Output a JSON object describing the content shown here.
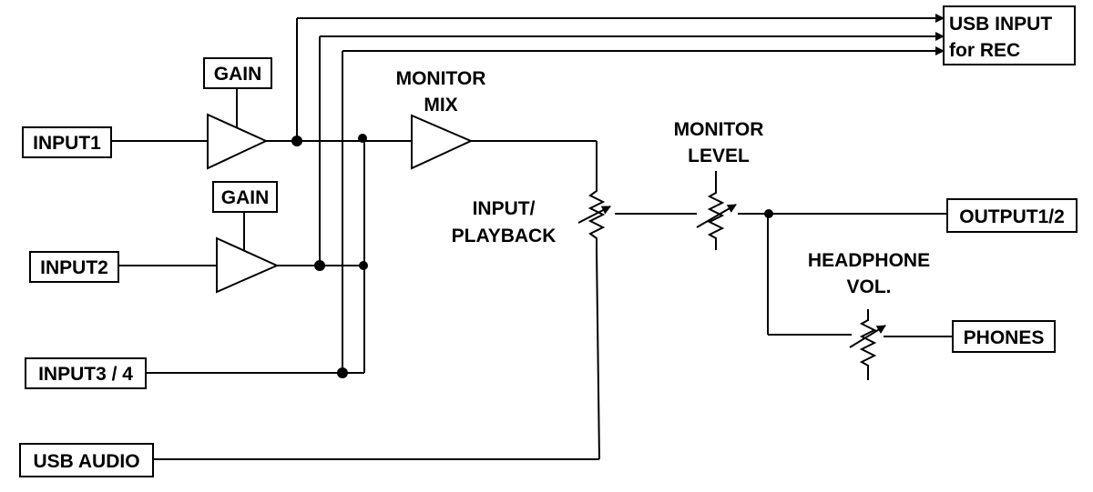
{
  "inputs": {
    "input1": "INPUT1",
    "input2": "INPUT2",
    "input34": "INPUT3 / 4",
    "usb_audio": "USB AUDIO"
  },
  "gain": {
    "gain1": "GAIN",
    "gain2": "GAIN"
  },
  "monitor_mix": {
    "line1": "MONITOR",
    "line2": "MIX"
  },
  "usb_input": {
    "line1": "USB INPUT",
    "line2": "for REC"
  },
  "input_playback": {
    "line1": "INPUT/",
    "line2": "PLAYBACK"
  },
  "monitor_level": {
    "line1": "MONITOR",
    "line2": "LEVEL"
  },
  "headphone_vol": {
    "line1": "HEADPHONE",
    "line2": "VOL."
  },
  "outputs": {
    "output12": "OUTPUT1/2",
    "phones": "PHONES"
  }
}
